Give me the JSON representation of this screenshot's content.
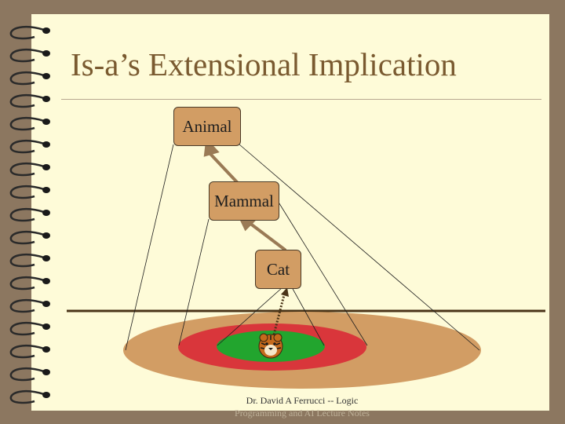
{
  "slide": {
    "title": "Is-a’s Extensional Implication"
  },
  "diagram": {
    "nodes": {
      "animal": "Animal",
      "mammal": "Mammal",
      "cat": "Cat"
    },
    "colors": {
      "outer_set": "#d29d64",
      "middle_set": "#d9363b",
      "inner_set": "#22a52e",
      "node_fill": "#d29d64",
      "arrow": "#9a7a55"
    },
    "instance_icon": "tiger-icon"
  },
  "footer": {
    "line1": "Dr. David A Ferrucci -- Logic",
    "line2": "Programming and AI Lecture Notes"
  }
}
